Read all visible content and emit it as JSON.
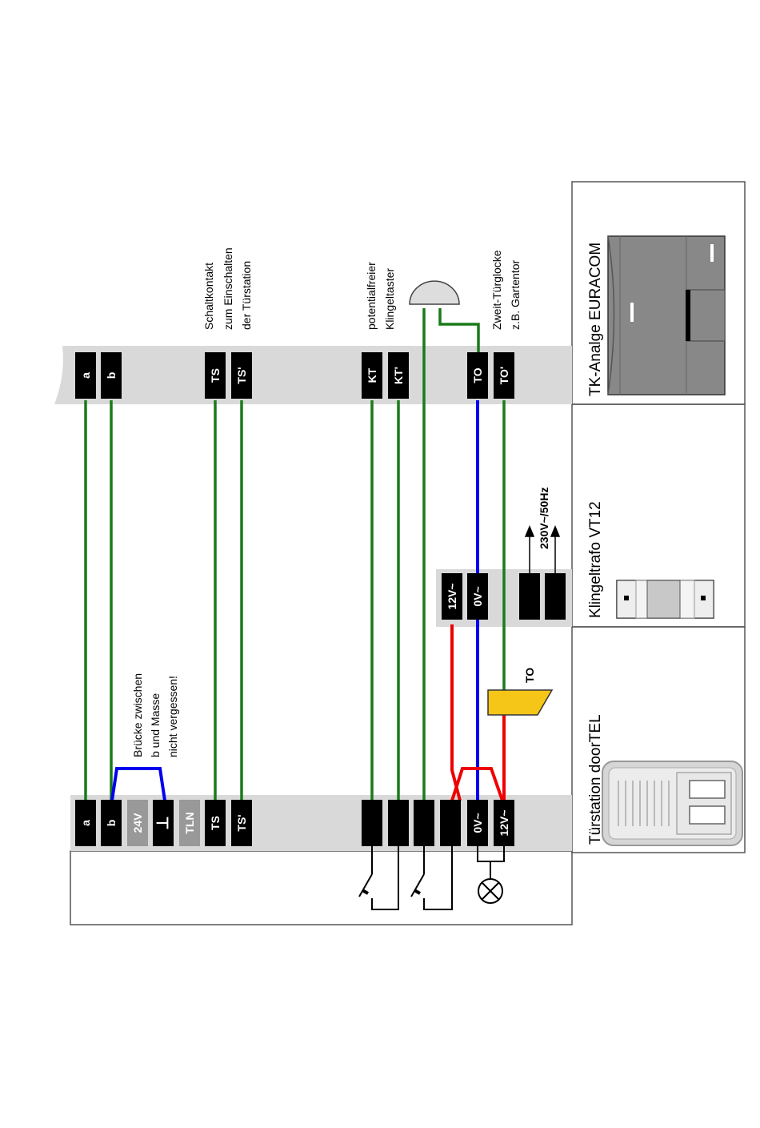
{
  "panels": {
    "tk_anlage": {
      "title": "TK-Analge EURACOM"
    },
    "klingeltrafo": {
      "title": "Klingeltrafo VT12"
    },
    "tuerstation": {
      "title": "Türstation doorTEL"
    }
  },
  "terminals": {
    "tk": {
      "a": "a",
      "b": "b",
      "ts": "TS",
      "ts2": "TS'",
      "kt": "KT",
      "kt2": "KT'",
      "to": "TO",
      "to2": "TO'"
    },
    "door": {
      "a": "a",
      "b": "b",
      "v24": "24V",
      "ground": "⊥",
      "tln": "TLN",
      "ts": "TS",
      "ts2": "TS'",
      "v0": "0V~",
      "v12": "12V~"
    },
    "trafo": {
      "v12": "12V~",
      "v0": "0V~"
    }
  },
  "notes": {
    "schaltkontakt": [
      "Schaltkontakt",
      "zum Einschalten",
      "der Türstation"
    ],
    "klingeltaster": [
      "potentialfreier",
      "Klingeltaster"
    ],
    "zweit_tuerglocke": [
      "Zweit-Türglocke",
      "z.B. Gartentor"
    ],
    "bruecke": [
      "Brücke zwischen",
      "b und Masse",
      "nicht vergessen!"
    ],
    "mains": "230V~/50Hz",
    "to_relay": "TO"
  },
  "colors": {
    "wire_signal": "#1a7a1a",
    "wire_neutral": "#0000ee",
    "wire_live": "#ee0000",
    "relay": "#f5c518",
    "terminal": "#000000",
    "terminal_unused": "#999999",
    "bar": "#d9d9d9"
  }
}
